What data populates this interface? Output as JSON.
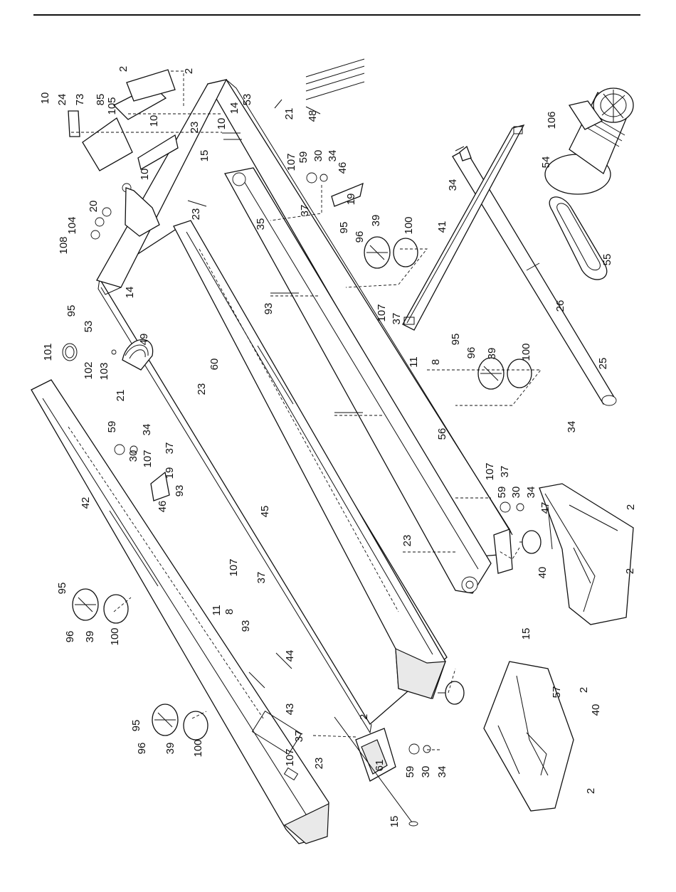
{
  "diagram": {
    "labels": [
      "2",
      "2",
      "10",
      "24",
      "73",
      "85",
      "105",
      "10",
      "53",
      "14",
      "10",
      "21",
      "48",
      "23",
      "15",
      "107",
      "59",
      "30",
      "34",
      "46",
      "19",
      "20",
      "104",
      "10",
      "108",
      "23",
      "37",
      "35",
      "95",
      "96",
      "39",
      "100",
      "106",
      "54",
      "34",
      "41",
      "55",
      "95",
      "53",
      "14",
      "101",
      "102",
      "103",
      "49",
      "93",
      "107",
      "37",
      "11",
      "8",
      "95",
      "96",
      "39",
      "100",
      "26",
      "25",
      "60",
      "23",
      "21",
      "59",
      "34",
      "37",
      "30",
      "107",
      "19",
      "93",
      "56",
      "34",
      "42",
      "46",
      "45",
      "107",
      "37",
      "59",
      "30",
      "34",
      "47",
      "2",
      "40",
      "23",
      "2",
      "107",
      "11",
      "37",
      "8",
      "15",
      "95",
      "93",
      "96",
      "39",
      "100",
      "44",
      "43",
      "57",
      "2",
      "40",
      "2",
      "37",
      "107",
      "23",
      "61",
      "59",
      "30",
      "34",
      "95",
      "96",
      "39",
      "100",
      "15",
      "2"
    ]
  }
}
